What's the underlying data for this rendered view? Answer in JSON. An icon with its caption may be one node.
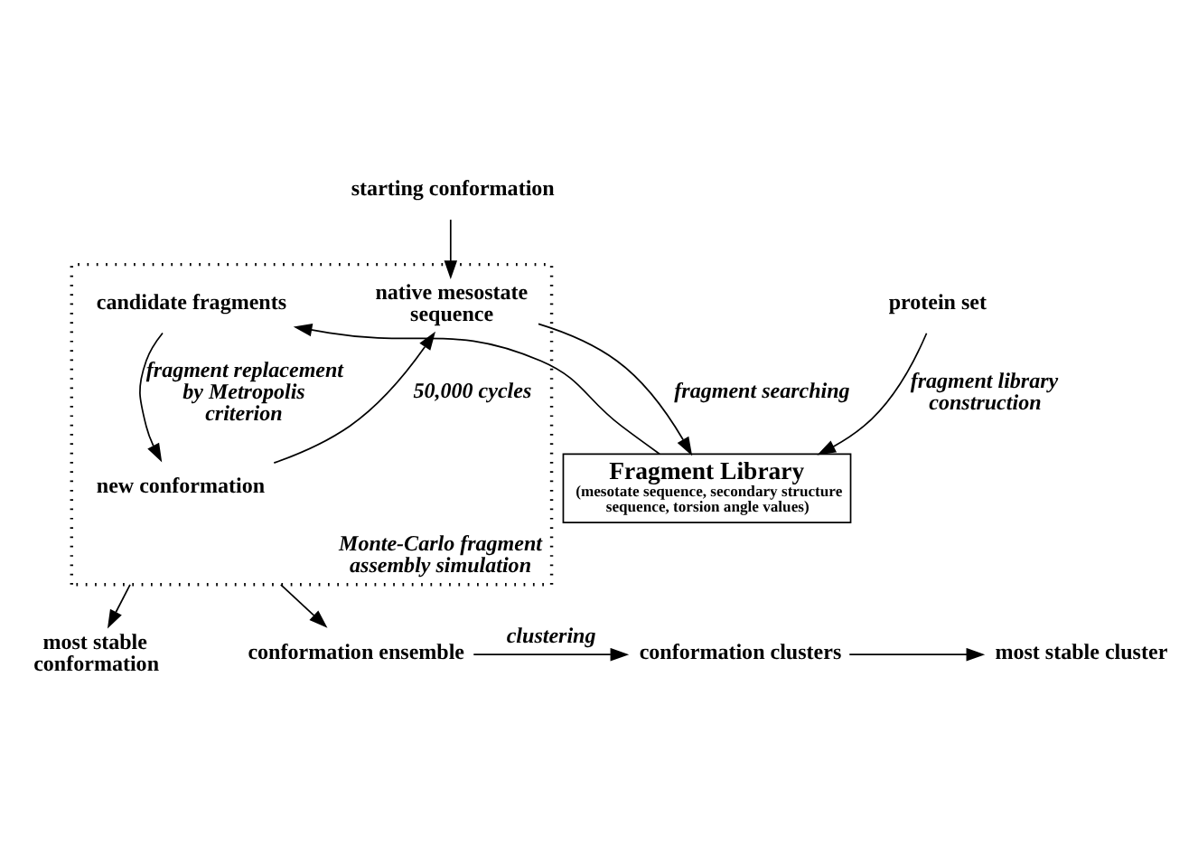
{
  "diagram": {
    "nodes": [
      {
        "text": [
          "starting conformation"
        ]
      },
      {
        "text": [
          "protein set"
        ]
      },
      {
        "text": [
          "Monte-Carlo fragment assembly simulation"
        ]
      },
      {
        "text": [
          "native mesostate sequence"
        ],
        "in": 2
      },
      {
        "text": [
          "candidate fragments"
        ],
        "in": 2
      },
      {
        "text": [
          "new conformation"
        ],
        "in": 2
      },
      {
        "text": [
          "Fragment Library",
          "(mesotate sequence, secondary structure sequence, torsion angle values)"
        ]
      },
      {
        "text": [
          "most stable conformation"
        ]
      },
      {
        "text": [
          "conformation ensemble"
        ]
      },
      {
        "text": [
          "conformation clusters"
        ]
      },
      {
        "text": [
          "most stable cluster"
        ]
      }
    ],
    "edges": [
      {
        "from": 0,
        "to": 3,
        "arrow": "to"
      },
      {
        "from": 1,
        "to": 6,
        "arrow": "to",
        "label": "fragment library construction"
      },
      {
        "from": 3,
        "to": 6,
        "arrow": "to",
        "label": "fragment searching"
      },
      {
        "from": 6,
        "to": 4,
        "arrow": "to"
      },
      {
        "from": 4,
        "to": 5,
        "arrow": "to",
        "label": "fragment replacement by Metropolis criterion"
      },
      {
        "from": 5,
        "to": 3,
        "arrow": "to",
        "label": "50,000 cycles"
      },
      {
        "from": 2,
        "to": 7,
        "arrow": "to"
      },
      {
        "from": 2,
        "to": 8,
        "arrow": "to"
      },
      {
        "from": 8,
        "to": 9,
        "arrow": "to",
        "label": "clustering"
      },
      {
        "from": 9,
        "to": 10,
        "arrow": "to"
      }
    ]
  }
}
